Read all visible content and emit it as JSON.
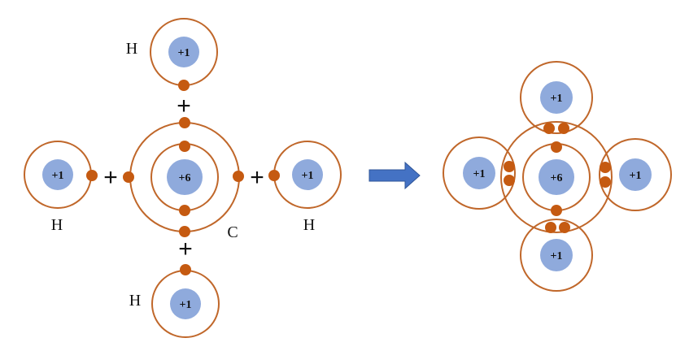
{
  "colors": {
    "shell": "#c0672a",
    "nucleus": "#8faadc",
    "electron": "#c55a11",
    "arrow": "#4472c4"
  },
  "left": {
    "carbon": {
      "label": "C",
      "nucleus": "+6"
    },
    "hydrogen_top": {
      "label": "H",
      "nucleus": "+1"
    },
    "hydrogen_left": {
      "label": "H",
      "nucleus": "+1"
    },
    "hydrogen_right": {
      "label": "H",
      "nucleus": "+1"
    },
    "hydrogen_bottom": {
      "label": "H",
      "nucleus": "+1"
    },
    "plus_sign": "+"
  },
  "right": {
    "carbon": {
      "nucleus": "+6"
    },
    "hydrogen_top": {
      "nucleus": "+1"
    },
    "hydrogen_left": {
      "nucleus": "+1"
    },
    "hydrogen_right": {
      "nucleus": "+1"
    },
    "hydrogen_bottom": {
      "nucleus": "+1"
    }
  },
  "arrow_icon": "right-arrow-icon"
}
